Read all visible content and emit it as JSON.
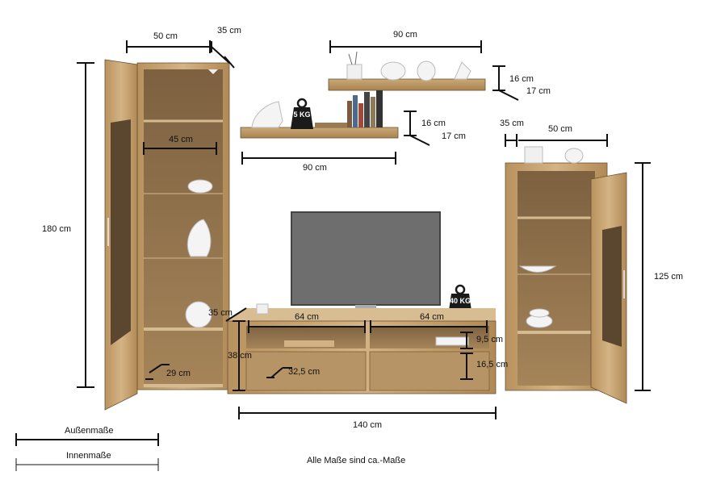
{
  "labels": {
    "tall_width": "50 cm",
    "tall_depth": "35 cm",
    "tall_height": "180 cm",
    "tall_inner_width": "45 cm",
    "tall_inner_depth": "29 cm",
    "shelf_top_width": "90 cm",
    "shelf_top_height": "16 cm",
    "shelf_top_depth": "17 cm",
    "shelf_low_width": "90 cm",
    "shelf_low_height": "16 cm",
    "shelf_low_depth": "17 cm",
    "load_shelf": "5 KG",
    "load_tv": "40 KG",
    "small_depth": "35 cm",
    "small_width": "50 cm",
    "small_height": "125 cm",
    "tv_depth": "35 cm",
    "tv_height": "38 cm",
    "tv_left_comp": "64 cm",
    "tv_right_comp": "64 cm",
    "tv_open_height": "9,5 cm",
    "tv_drawer_height": "16,5 cm",
    "tv_inner_depth": "32,5 cm",
    "tv_width": "140 cm",
    "legend_outer": "Außenmaße",
    "legend_inner": "Innenmaße",
    "note": "Alle Maße sind ca.-Maße"
  },
  "colors": {
    "wood_light": "#c9a978",
    "wood_dark": "#8a6a40",
    "glass": "#5e4a30",
    "tv_screen": "#707070",
    "line": "#111111"
  }
}
